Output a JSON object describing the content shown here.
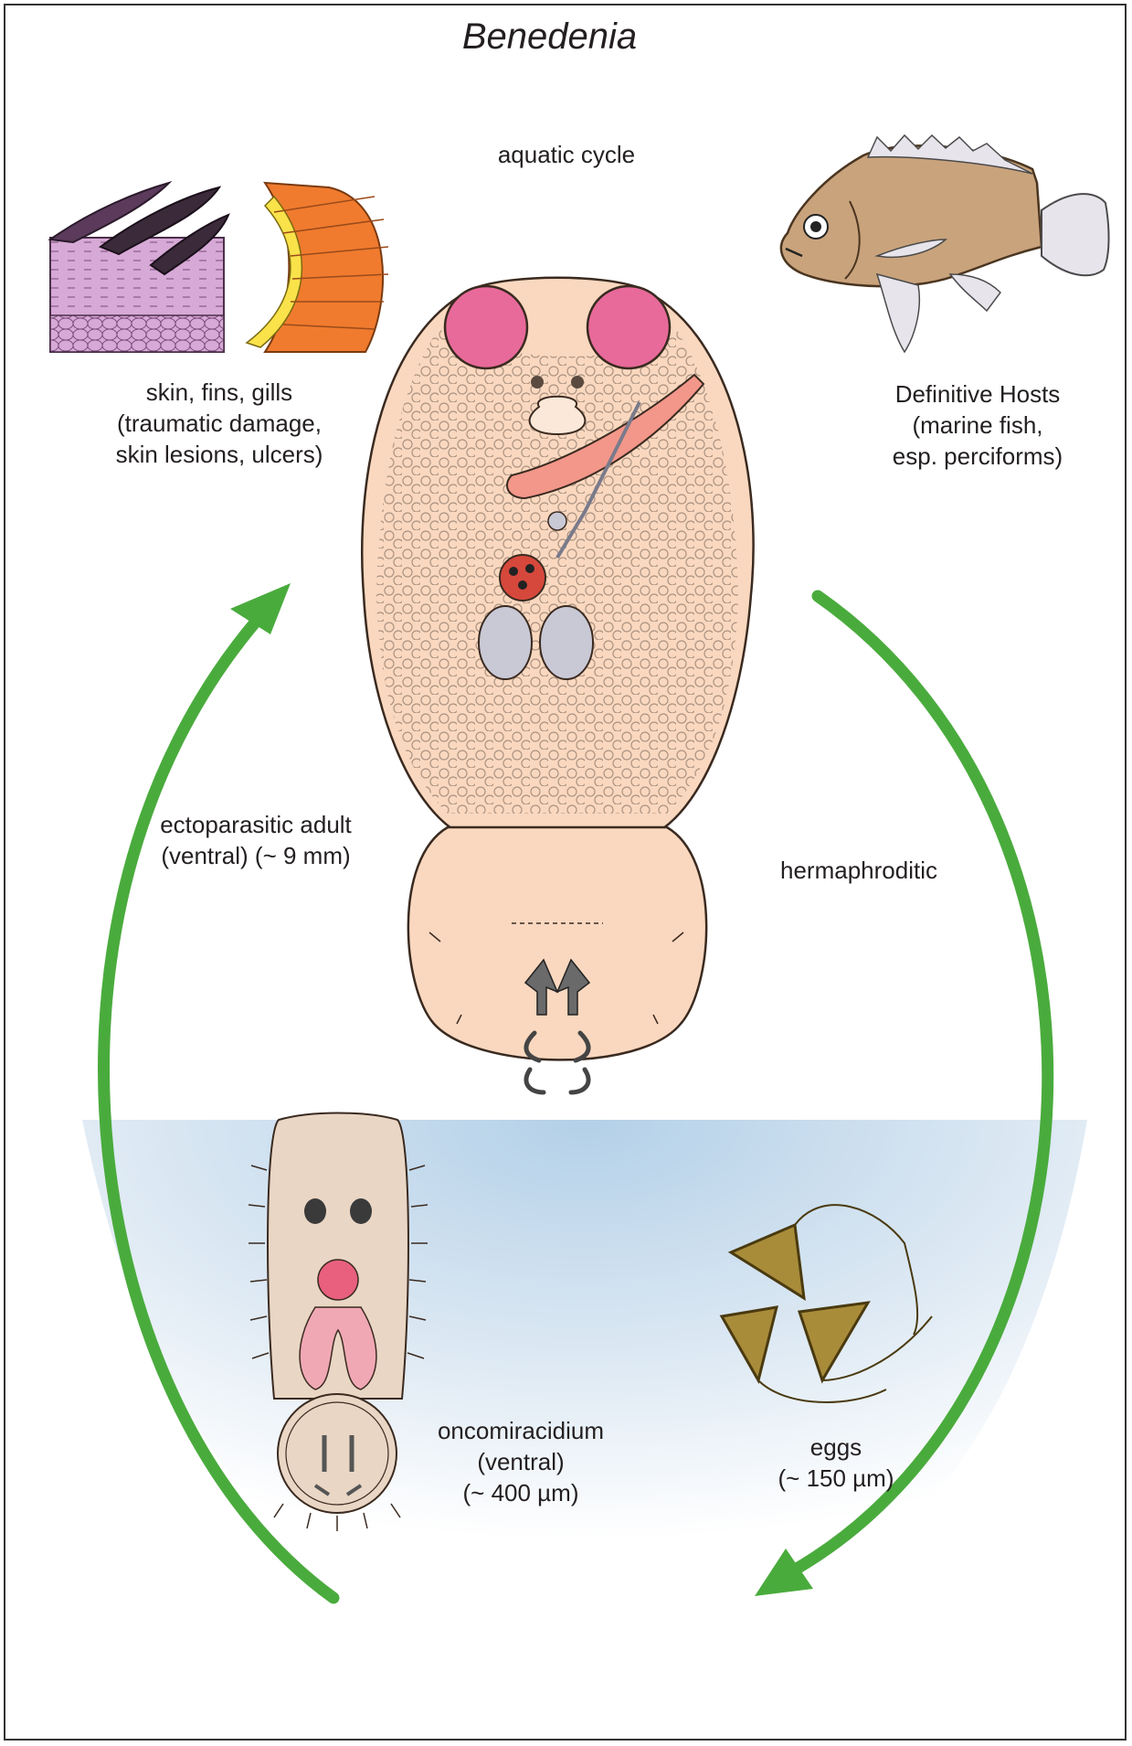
{
  "title": "Benedenia",
  "labels": {
    "cycle_type": "aquatic cycle",
    "site": [
      "skin, fins, gills",
      "(traumatic damage,",
      "skin lesions, ulcers)"
    ],
    "host": [
      "Definitive Hosts",
      "(marine fish,",
      "esp. perciforms)"
    ],
    "adult": [
      "ectoparasitic adult",
      "(ventral) (~ 9 mm)"
    ],
    "reproduction": "hermaphroditic",
    "larva": [
      "oncomiracidium",
      "(ventral)",
      "(~ 400 µm)"
    ],
    "eggs": [
      "eggs",
      "(~ 150 µm)"
    ]
  },
  "colors": {
    "arrow": "#4aab3d",
    "body": "#fad8bf",
    "eyespot": "#e86a9a",
    "water": "#b8d4ea",
    "egg": "#a88c3a",
    "fish": "#c9a37c"
  }
}
